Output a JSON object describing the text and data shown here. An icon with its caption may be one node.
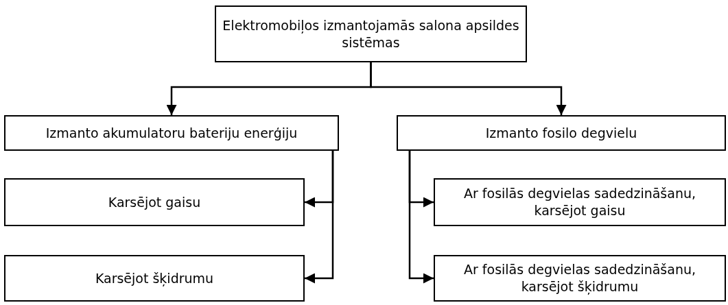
{
  "diagram": {
    "nodes": [
      {
        "text": [
          "Elektromobiļos izmantojamās salona apsildes sistēmas"
        ]
      },
      {
        "text": [
          "Izmanto akumulatoru bateriju enerģiju"
        ]
      },
      {
        "text": [
          "Izmanto fosilo degvielu"
        ]
      },
      {
        "text": [
          "Karsējot gaisu"
        ]
      },
      {
        "text": [
          "Karsējot šķidrumu"
        ]
      },
      {
        "text": [
          "Ar fosilās degvielas sadedzināšanu, karsējot gaisu"
        ]
      },
      {
        "text": [
          "Ar fosilās degvielas sadedzināšanu, karsējot šķidrumu"
        ]
      }
    ],
    "edges": [
      {
        "from": 0,
        "to": 1,
        "arrow": "to"
      },
      {
        "from": 0,
        "to": 2,
        "arrow": "to"
      },
      {
        "from": 1,
        "to": 3,
        "arrow": "to"
      },
      {
        "from": 1,
        "to": 4,
        "arrow": "to"
      },
      {
        "from": 2,
        "to": 5,
        "arrow": "to"
      },
      {
        "from": 2,
        "to": 6,
        "arrow": "to"
      }
    ]
  }
}
